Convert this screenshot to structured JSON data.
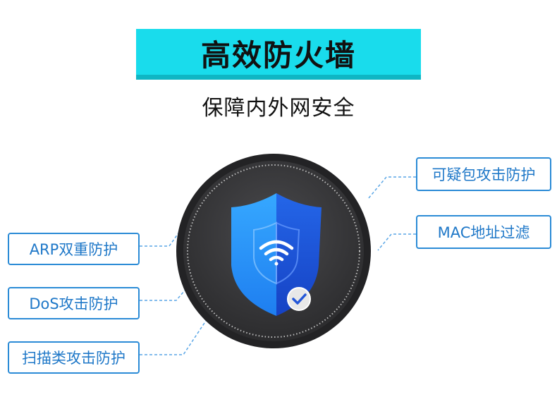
{
  "title": "高效防火墙",
  "subtitle": "保障内外网安全",
  "left_features": [
    "ARP双重防护",
    "DoS攻击防护",
    "扫描类攻击防护"
  ],
  "right_features": [
    "可疑包攻击防护",
    "MAC地址过滤"
  ],
  "colors": {
    "banner": "#19dcec",
    "feature_border": "#2b8bd6",
    "feature_text": "#1f78c8",
    "circle": "#3a3a3c",
    "shield_light": "#2e9bff",
    "shield_dark": "#1a56e0"
  },
  "icons": [
    "shield-icon",
    "wifi-icon",
    "check-icon"
  ]
}
